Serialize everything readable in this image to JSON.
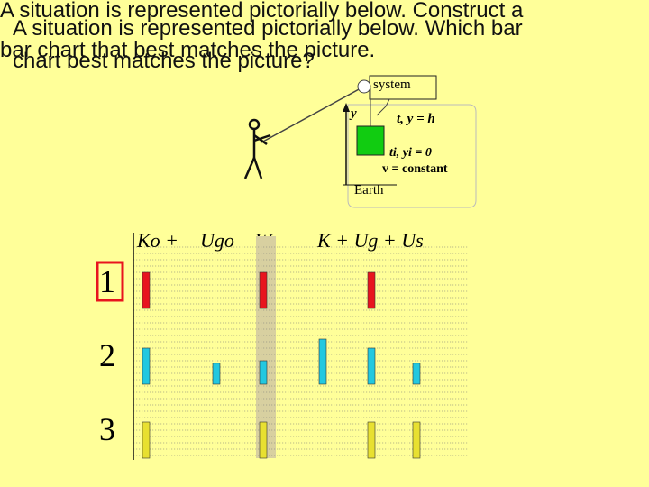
{
  "header": {
    "line1": "A situation is represented pictorially below.  Construct a",
    "line2": "A situation is represented pictorially below.  Which bar",
    "line3": "bar chart that best matches the picture.",
    "line4": "chart best matches the picture?"
  },
  "diagram": {
    "system_label": "system",
    "y_axis": "y",
    "final_label": "t, y = h",
    "initial_label": "ti, yi = 0",
    "velocity_label": "v = constant",
    "earth_label": "Earth"
  },
  "bar_chart": {
    "headers": [
      "Ko +",
      "Ugo",
      "W",
      "K  +  Ug + Us"
    ],
    "rows": [
      {
        "label": "1",
        "selected": true,
        "color": "#e8141e",
        "values": [
          1,
          0,
          1,
          0,
          1,
          0
        ]
      },
      {
        "label": "2",
        "selected": false,
        "color": "#22c8e0",
        "values": [
          1,
          0.58,
          0.65,
          1.25,
          1,
          0.58
        ]
      },
      {
        "label": "3",
        "selected": false,
        "color": "#e8e030",
        "values": [
          1,
          0,
          1,
          0,
          1,
          1
        ]
      }
    ],
    "bar_columns": [
      "K0",
      "Ugo",
      "W",
      "K",
      "Ug",
      "Us"
    ]
  },
  "colors": {
    "background": "#ffff99",
    "selection_box": "#e8141e",
    "work_column": "#d8d0a0"
  }
}
